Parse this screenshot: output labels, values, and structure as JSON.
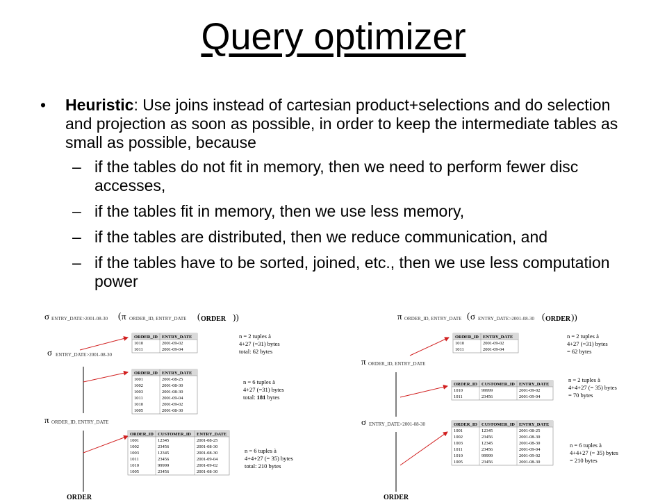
{
  "slide": {
    "title": "Query optimizer",
    "bullet": {
      "term": "Heuristic",
      "rest": ": Use joins instead of cartesian product+selections and do selection and projection as soon as possible, in order to keep the intermediate tables as small as possible, because"
    },
    "subbullets": [
      "if the tables do not fit in memory, then we need to perform fewer disc accesses,",
      "if the tables fit in memory, then we use less memory,",
      "if the tables are distributed, then we reduce communication, and",
      "if the tables have to be sorted, joined, etc., then we use less computation power"
    ],
    "bullet_glyph": "•",
    "dash_glyph": "–"
  },
  "figure": {
    "sigma": "σ",
    "pi": "π",
    "paren_open": "(",
    "paren_close": ")",
    "paren_close2": "))",
    "left": {
      "top_sel_label": "ENTRY_DATE>2001-08-30",
      "top_proj_label": "ORDER_ID, ENTRY_DATE",
      "top_order": "ORDER",
      "sel_label": "ENTRY_DATE>2001-08-30",
      "proj_label": "ORDER_ID, ENTRY_DATE",
      "base": "ORDER",
      "table1": {
        "headers": [
          "ORDER_ID",
          "ENTRY_DATE"
        ],
        "rows": [
          [
            "1010",
            "2001-09-02"
          ],
          [
            "1011",
            "2001-09-04"
          ]
        ]
      },
      "table2": {
        "headers": [
          "ORDER_ID",
          "ENTRY_DATE"
        ],
        "rows": [
          [
            "1001",
            "2001-08-25"
          ],
          [
            "1002",
            "2001-08-30"
          ],
          [
            "1003",
            "2001-08-30"
          ],
          [
            "1011",
            "2001-09-04"
          ],
          [
            "1010",
            "2001-09-02"
          ],
          [
            "1005",
            "2001-08-30"
          ]
        ]
      },
      "table3": {
        "headers": [
          "ORDER_ID",
          "CUSTOMER_ID",
          "ENTRY_DATE"
        ],
        "rows": [
          [
            "1001",
            "12345",
            "2001-08-25"
          ],
          [
            "1002",
            "23456",
            "2001-08-30"
          ],
          [
            "1003",
            "12345",
            "2001-08-30"
          ],
          [
            "1011",
            "23456",
            "2001-09-04"
          ],
          [
            "1010",
            "99999",
            "2001-09-02"
          ],
          [
            "1005",
            "23456",
            "2001-08-30"
          ]
        ]
      },
      "anno1": [
        "n = 2 tuples à",
        "4+27 (=31) bytes",
        "total: 62 bytes"
      ],
      "anno2_lines": [
        "n = 6 tuples à",
        "4+27 (=31) bytes"
      ],
      "anno2_total_prefix": "total: ",
      "anno2_total_value": "181",
      "anno2_total_suffix": " bytes",
      "anno3": [
        "n = 6 tuples à",
        "4+4+27 (= 35) bytes",
        "total: 210 bytes"
      ]
    },
    "right": {
      "top_proj_label": "ORDER_ID, ENTRY_DATE",
      "top_sel_label": "ENTRY_DATE>2001-08-30",
      "top_order": "ORDER",
      "proj_label": "ORDER_ID, ENTRY_DATE",
      "sel_label": "ENTRY_DATE>2001-08-30",
      "base": "ORDER",
      "table1": {
        "headers": [
          "ORDER_ID",
          "ENTRY_DATE"
        ],
        "rows": [
          [
            "1010",
            "2001-09-02"
          ],
          [
            "1011",
            "2001-09-04"
          ]
        ]
      },
      "table2": {
        "headers": [
          "ORDER_ID",
          "CUSTOMER_ID",
          "ENTRY_DATE"
        ],
        "rows": [
          [
            "1010",
            "99999",
            "2001-09-02"
          ],
          [
            "1011",
            "23456",
            "2001-09-04"
          ]
        ]
      },
      "table3": {
        "headers": [
          "ORDER_ID",
          "CUSTOMER_ID",
          "ENTRY_DATE"
        ],
        "rows": [
          [
            "1001",
            "12345",
            "2001-08-25"
          ],
          [
            "1002",
            "23456",
            "2001-08-30"
          ],
          [
            "1003",
            "12345",
            "2001-08-30"
          ],
          [
            "1011",
            "23456",
            "2001-09-04"
          ],
          [
            "1010",
            "99999",
            "2001-09-02"
          ],
          [
            "1005",
            "23456",
            "2001-08-30"
          ]
        ]
      },
      "anno1": [
        "n = 2 tuples à",
        "4+27 (=31) bytes",
        "= 62 bytes"
      ],
      "anno2": [
        "n = 2 tuples à",
        "4+4+27 (= 35) bytes",
        "= 70 bytes"
      ],
      "anno3": [
        "n = 6 tuples à",
        "4+4+27 (= 35) bytes",
        "= 210 bytes"
      ]
    },
    "arrow_color": "#d11f1f"
  }
}
